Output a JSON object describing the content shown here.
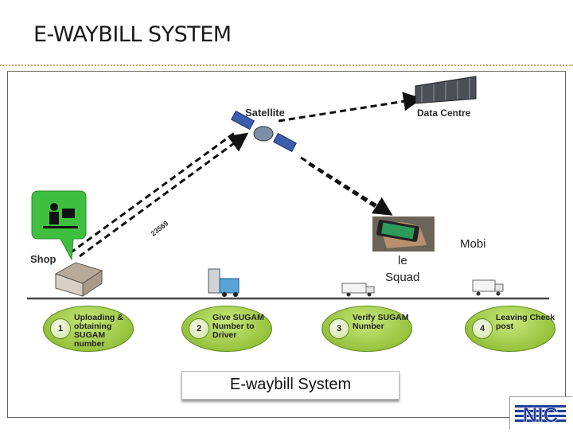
{
  "slide": {
    "title": "E-WAYBILL SYSTEM"
  },
  "diagram": {
    "satellite_label": "Satellite",
    "datacentre_label": "Data Centre",
    "shop_label": "Shop",
    "mobile_squad": {
      "line1": "Mobi",
      "line2": "le",
      "line3": "Squad"
    },
    "sms_number": "23569",
    "steps": [
      {
        "num": "1",
        "text": "Uploading & obtaining SUGAM number"
      },
      {
        "num": "2",
        "text": "Give SUGAM Number to Driver"
      },
      {
        "num": "3",
        "text": "Verify SUGAM Number"
      },
      {
        "num": "4",
        "text": "Leaving Check post"
      }
    ],
    "caption": "E-waybill System"
  },
  "logo": {
    "text": "NIC"
  },
  "colors": {
    "step_green": "#97c23d",
    "bubble_green": "#3fbf3f",
    "logo_blue": "#1f3c9a",
    "title_rule": "#c8a464"
  }
}
